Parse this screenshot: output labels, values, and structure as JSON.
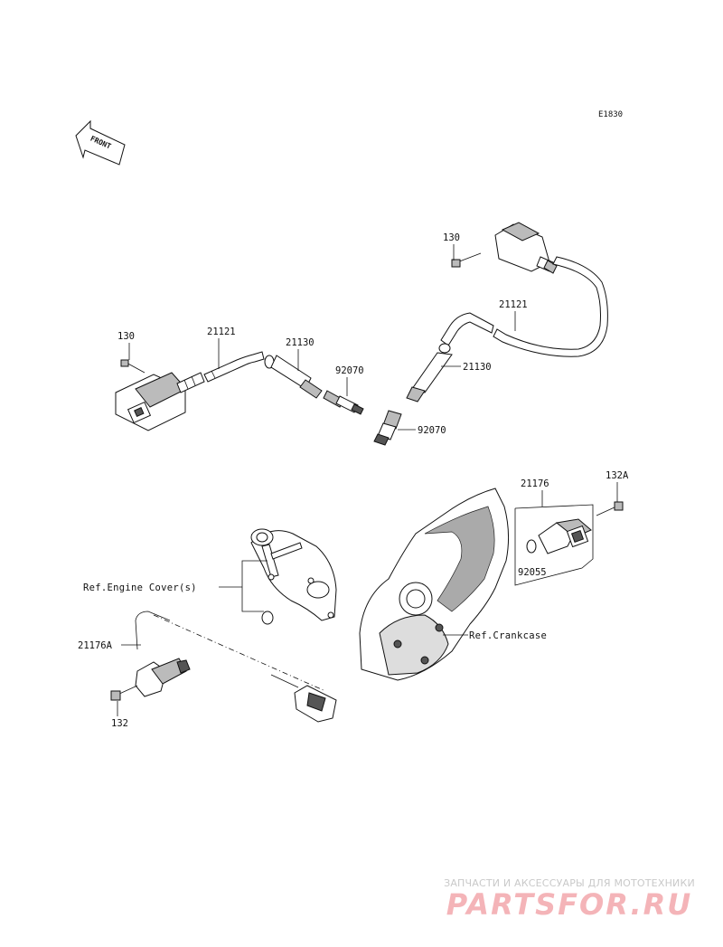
{
  "diagram_code": "E1830",
  "front_arrow_label": "FRONT",
  "labels": {
    "bolt_130_left": "130",
    "bolt_130_right": "130",
    "cable_21121_left": "21121",
    "cable_21121_right": "21121",
    "cap_21130_left": "21130",
    "cap_21130_right": "21130",
    "plug_92070_left": "92070",
    "plug_92070_right": "92070",
    "sensor_21176": "21176",
    "bolt_132A": "132A",
    "oring_92055": "92055",
    "ref_engine_cover": "Ref.Engine Cover(s)",
    "ref_crankcase": "Ref.Crankcase",
    "sensor_21176A": "21176A",
    "bolt_132": "132"
  },
  "watermark": {
    "tagline": "ЗАПЧАСТИ И АКСЕССУАРЫ ДЛЯ МОТОТЕХНИКИ",
    "logo": "PARTSFOR.RU"
  }
}
